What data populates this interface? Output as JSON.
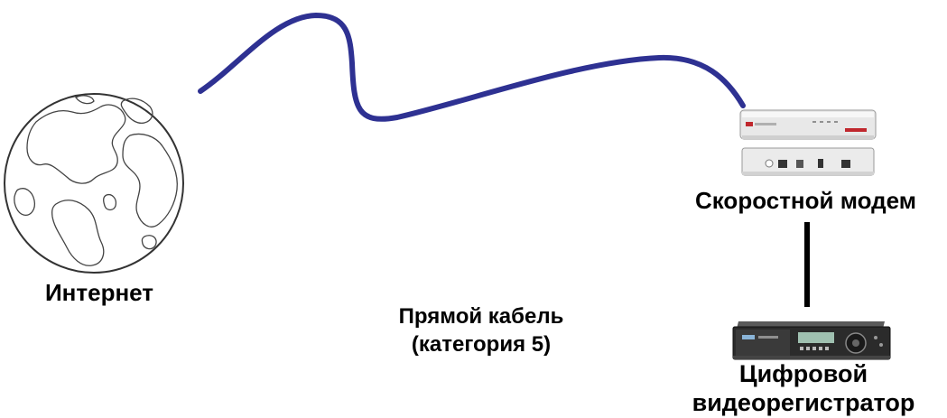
{
  "nodes": {
    "internet": {
      "label": "Интернет"
    },
    "modem": {
      "label": "Скоростной модем"
    },
    "dvr": {
      "label_line1": "Цифровой",
      "label_line2": "видеорегистратор"
    }
  },
  "cable": {
    "label_line1": "Прямой кабель",
    "label_line2": "(категория 5)"
  },
  "colors": {
    "internet_link": "#2e3192",
    "dvr_link": "#000000",
    "text": "#000000"
  },
  "icons": {
    "internet": "globe-icon",
    "modem": "modem-icon",
    "dvr": "dvr-icon"
  }
}
